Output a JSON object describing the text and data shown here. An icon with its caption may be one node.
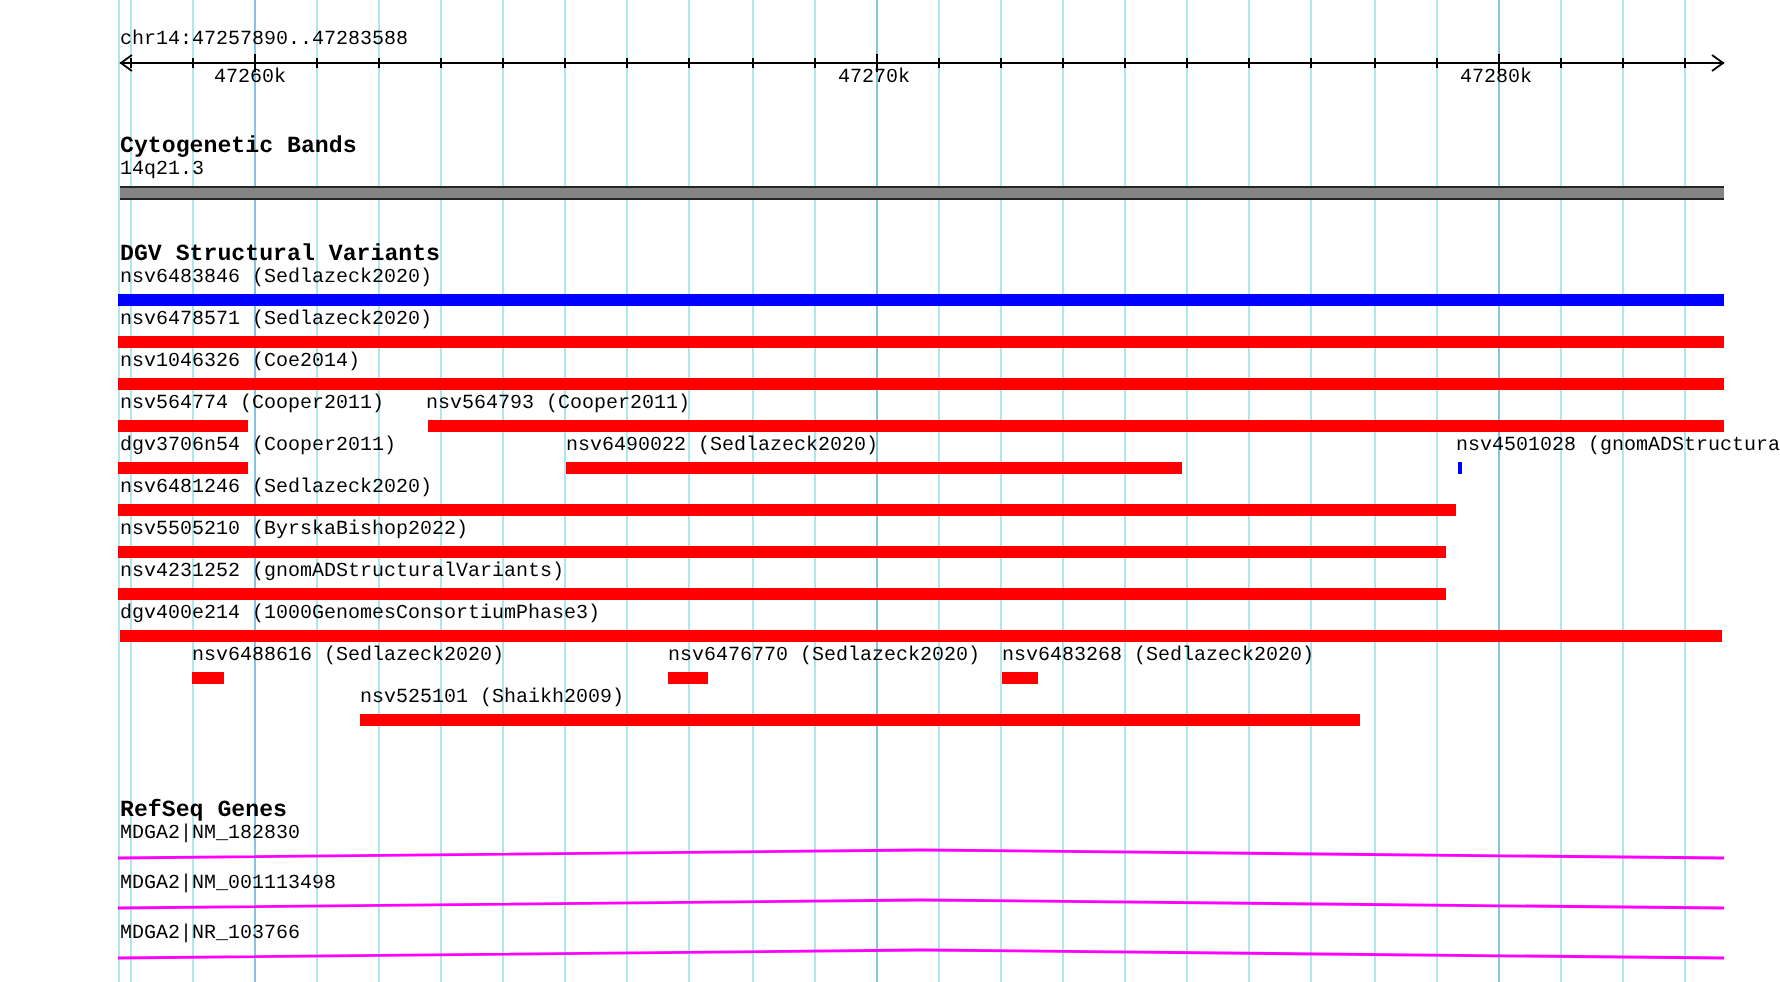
{
  "diagram": {
    "nodes": [
      {
        "text": [
          "14q21.3"
        ]
      },
      {
        "text": [
          "nsv6483846 (Sedlazeck2020)"
        ]
      },
      {
        "text": [
          "nsv6478571 (Sedlazeck2020)"
        ]
      },
      {
        "text": [
          "nsv1046326 (Coe2014)"
        ]
      },
      {
        "text": [
          "nsv564774 (Cooper2011)"
        ]
      },
      {
        "text": [
          "nsv564793 (Cooper2011)"
        ]
      },
      {
        "text": [
          "dgv3706n54 (Cooper2011)"
        ]
      },
      {
        "text": [
          "nsv6490022 (Sedlazeck2020)"
        ]
      },
      {
        "text": [
          "nsv4501028 (gnomADStructura"
        ]
      },
      {
        "text": [
          "nsv6481246 (Sedlazeck2020)"
        ]
      },
      {
        "text": [
          "nsv5505210 (ByrskaBishop2022)"
        ]
      },
      {
        "text": [
          "nsv4231252 (gnomADStructuralVariants)"
        ]
      },
      {
        "text": [
          "dgv400e214 (1000GenomesConsortiumPhase3)"
        ]
      },
      {
        "text": [
          "nsv6488616 (Sedlazeck2020)"
        ]
      },
      {
        "text": [
          "nsv6476770 (Sedlazeck2020)"
        ]
      },
      {
        "text": [
          "nsv6483268 (Sedlazeck2020)"
        ]
      },
      {
        "text": [
          "nsv525101 (Shaikh2009)"
        ]
      },
      {
        "text": [
          "MDGA2|NM_182830"
        ]
      },
      {
        "text": [
          "MDGA2|NM_001113498"
        ]
      },
      {
        "text": [
          "MDGA2|NR_103766"
        ]
      }
    ],
    "labels": [
      "chr14:47257890..47283588",
      "47260k",
      "47270k",
      "47280k",
      "Cytogenetic Bands",
      "DGV Structural Variants",
      "RefSeq Genes"
    ]
  }
}
